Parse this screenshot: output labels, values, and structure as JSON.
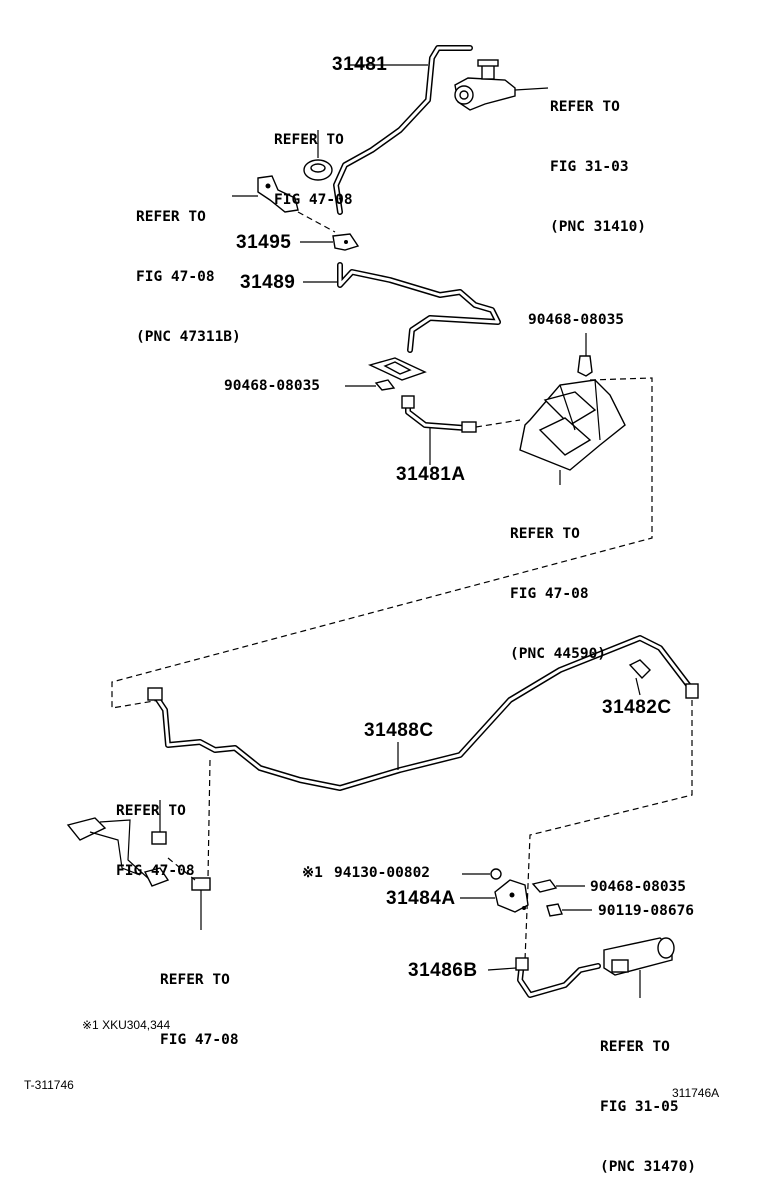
{
  "parts": {
    "p31481": "31481",
    "p31495": "31495",
    "p31489": "31489",
    "p31481a": "31481A",
    "p31488c": "31488C",
    "p31482c": "31482C",
    "p31484a": "31484A",
    "p31486b": "31486B",
    "p90468_top": "90468-08035",
    "p90468_left": "90468-08035",
    "p90468_bottom": "90468-08035",
    "p90119": "90119-08676",
    "p94130": "94130-00802",
    "p94130_mark": "※1"
  },
  "refs": {
    "r1": [
      "REFER TO",
      "FIG 31-03",
      "(PNC 31410)"
    ],
    "r2": [
      "REFER TO",
      "FIG 47-08"
    ],
    "r3": [
      "REFER TO",
      "FIG 47-08",
      "(PNC 47311B)"
    ],
    "r4": [
      "REFER TO",
      "FIG 47-08",
      "(PNC 44590)"
    ],
    "r5": [
      "REFER TO",
      "FIG 47-08"
    ],
    "r6": [
      "REFER TO",
      "FIG 47-08"
    ],
    "r7": [
      "REFER TO",
      "FIG 31-05",
      "(PNC 31470)"
    ]
  },
  "footnote": "※1 XKU304,344",
  "diagram_id_left": "T-311746",
  "diagram_id_right": "311746A"
}
